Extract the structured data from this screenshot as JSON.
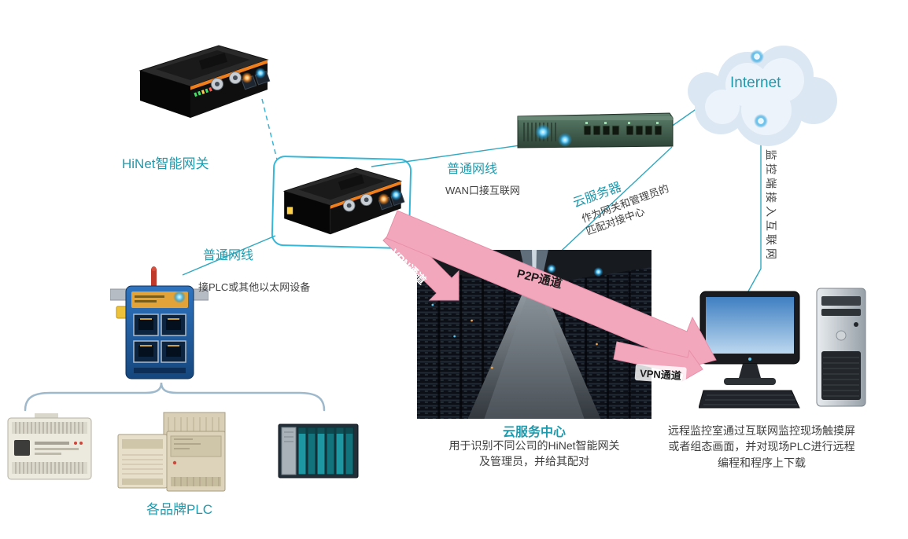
{
  "diagram": {
    "labels": {
      "hinet_gateway": "HiNet智能网关",
      "cable_top": "普通网线",
      "wan_note": "WAN口接互联网",
      "cloud_server": "云服务器",
      "cloud_server_note_line1": "作为网关和管理员的",
      "cloud_server_note_line2": "匹配对接中心",
      "internet": "Internet",
      "monitor_access": "监控端接入互联网",
      "cable_left": "普通网线",
      "plc_note": "接PLC或其他以太网设备",
      "vpn_channel_left": "VPN通道",
      "p2p_channel": "P2P通道",
      "vpn_channel_right": "VPN通道",
      "service_center_title": "云服务中心",
      "service_center_desc_line1": "用于识别不同公司的HiNet智能网关",
      "service_center_desc_line2": "及管理员，并给其配对",
      "remote_desc_line1": "远程监控室通过互联网监控现场触摸屏",
      "remote_desc_line2": "或者组态画面，并对现场PLC进行远程",
      "remote_desc_line3": "编程和程序上下载",
      "plc_brands": "各品牌PLC"
    },
    "colors": {
      "teal_text": "#1E9AAD",
      "dark_text": "#3F3F3F",
      "arrow_pink": "#F3A7BD",
      "highlight_cyan": "#35B8D8",
      "line_teal": "#2FA8C0",
      "brace_blue": "#9FB9CC"
    }
  }
}
